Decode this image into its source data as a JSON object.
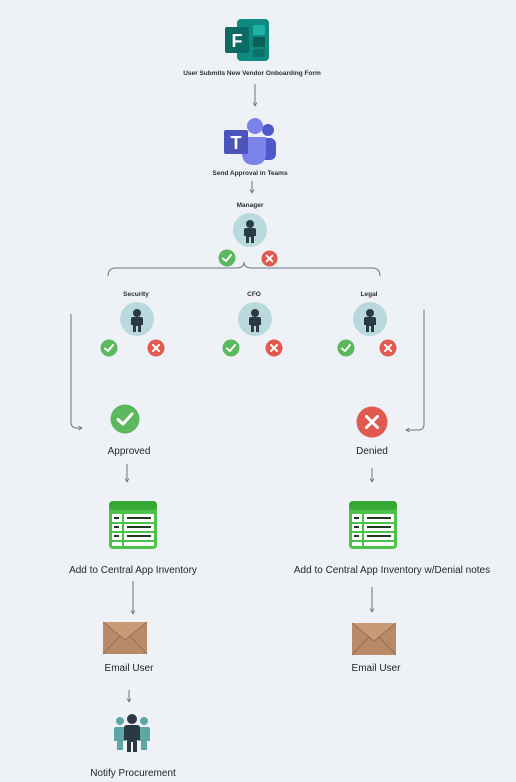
{
  "steps": {
    "submit_label": "User Submits New Vendor Onboarding Form",
    "teams_label": "Send Approval in Teams",
    "manager_label": "Manager",
    "security_label": "Security",
    "cfo_label": "CFO",
    "legal_label": "Legal",
    "approved_label": "Approved",
    "denied_label": "Denied",
    "inventory_left_label": "Add to Central App Inventory",
    "inventory_right_label": "Add to Central App Inventory w/Denial notes",
    "email_left_label": "Email User",
    "email_right_label": "Email User",
    "notify_label": "Notify Procurement"
  },
  "icons": {
    "forms": "microsoft-forms-icon",
    "teams": "microsoft-teams-icon",
    "person": "person-icon",
    "approve": "check-circle-icon",
    "deny": "x-circle-icon",
    "table": "table-icon",
    "email": "envelope-icon",
    "group": "group-icon"
  },
  "colors": {
    "background": "#eef2f6",
    "approve_green": "#5cb85c",
    "deny_red": "#e05a4f",
    "forms_teal": "#0b6a63",
    "teams_purple": "#5059c9",
    "table_green": "#4cc24c",
    "envelope_brown": "#b98a68",
    "person_bg": "#b9d9dc",
    "arrow_gray": "#6b7480"
  }
}
